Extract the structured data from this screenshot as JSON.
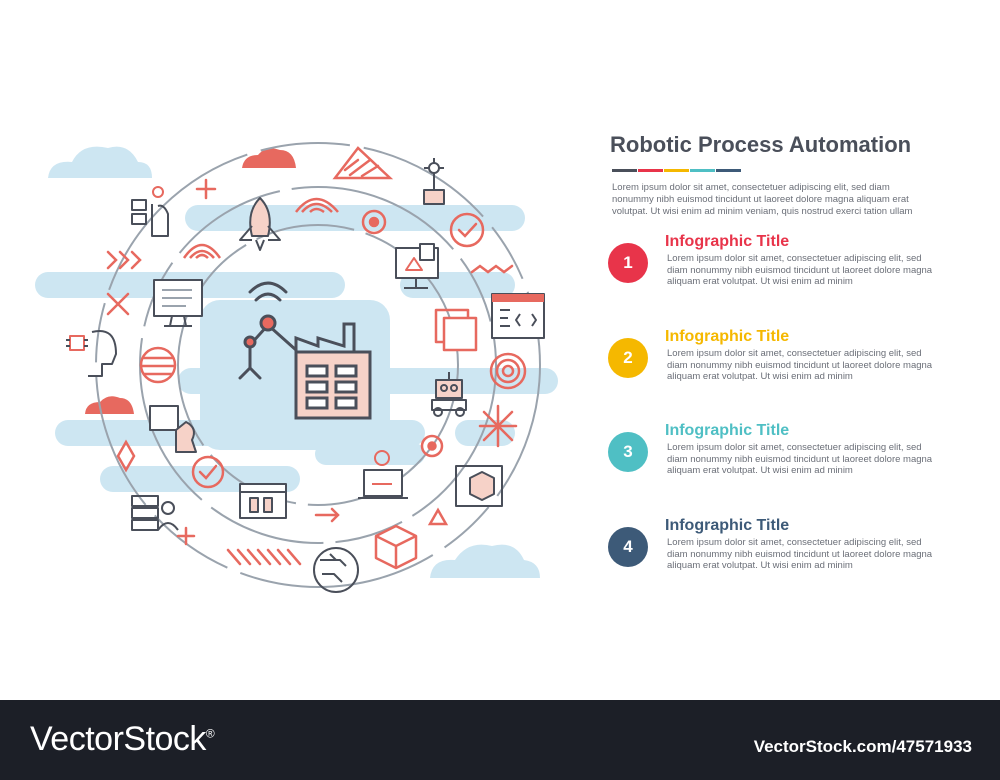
{
  "header": {
    "title": "Robotic Process Automation",
    "intro": "Lorem ipsum dolor sit amet, consectetuer adipiscing elit, sed diam nonummy nibh euismod tincidunt ut laoreet dolore magna aliquam erat volutpat. Ut wisi enim ad minim veniam, quis nostrud exerci tation ullam"
  },
  "colors": {
    "dark": "#4a4f5a",
    "red": "#e8344a",
    "yellow": "#f5b800",
    "teal": "#4fbfc4",
    "navy": "#3d5a78",
    "accent": "#e7695f",
    "blob": "#cde6f2"
  },
  "items": [
    {
      "number": "1",
      "title": "Infographic Title",
      "text": "Lorem ipsum dolor sit amet, consectetuer adipiscing elit, sed diam nonummy nibh euismod tincidunt ut laoreet dolore magna aliquam erat volutpat. Ut wisi enim ad minim",
      "color": "#e8344a"
    },
    {
      "number": "2",
      "title": "Infographic Title",
      "text": "Lorem ipsum dolor sit amet, consectetuer adipiscing elit, sed diam nonummy nibh euismod tincidunt ut laoreet dolore magna aliquam erat volutpat. Ut wisi enim ad minim",
      "color": "#f5b800"
    },
    {
      "number": "3",
      "title": "Infographic Title",
      "text": "Lorem ipsum dolor sit amet, consectetuer adipiscing elit, sed diam nonummy nibh euismod tincidunt ut laoreet dolore magna aliquam erat volutpat. Ut wisi enim ad minim",
      "color": "#4fbfc4"
    },
    {
      "number": "4",
      "title": "Infographic Title",
      "text": "Lorem ipsum dolor sit amet, consectetuer adipiscing elit, sed diam nonummy nibh euismod tincidunt ut laoreet dolore magna aliquam erat volutpat. Ut wisi enim ad minim",
      "color": "#3d5a78"
    }
  ],
  "footer": {
    "brand": "VectorStock",
    "registered": "®",
    "image_id": "VectorStock.com/47571933"
  }
}
